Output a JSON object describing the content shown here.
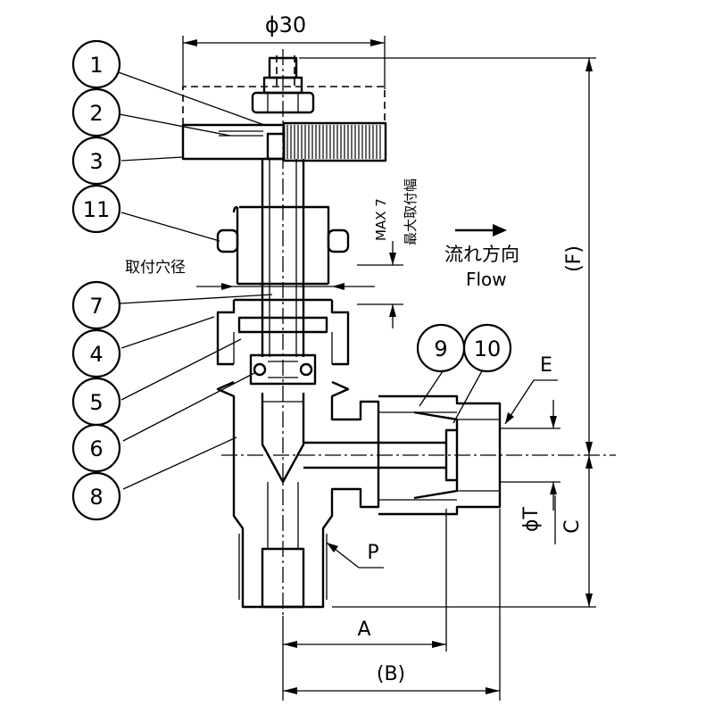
{
  "dimensions": {
    "diameter_top": "ϕ30",
    "max_panel": "MAX 7",
    "max_panel_note": "最大取付幅",
    "mount_hole": "取付穴径",
    "dim_A": "A",
    "dim_B": "(B)",
    "dim_F": "(F)",
    "dim_E": "E",
    "dim_P": "P",
    "dim_T": "ϕT",
    "dim_C": "C"
  },
  "flow": {
    "label_jp": "流れ方向",
    "label_en": "Flow"
  },
  "part_numbers": [
    "1",
    "2",
    "3",
    "11",
    "7",
    "4",
    "5",
    "6",
    "8",
    "9",
    "10"
  ]
}
